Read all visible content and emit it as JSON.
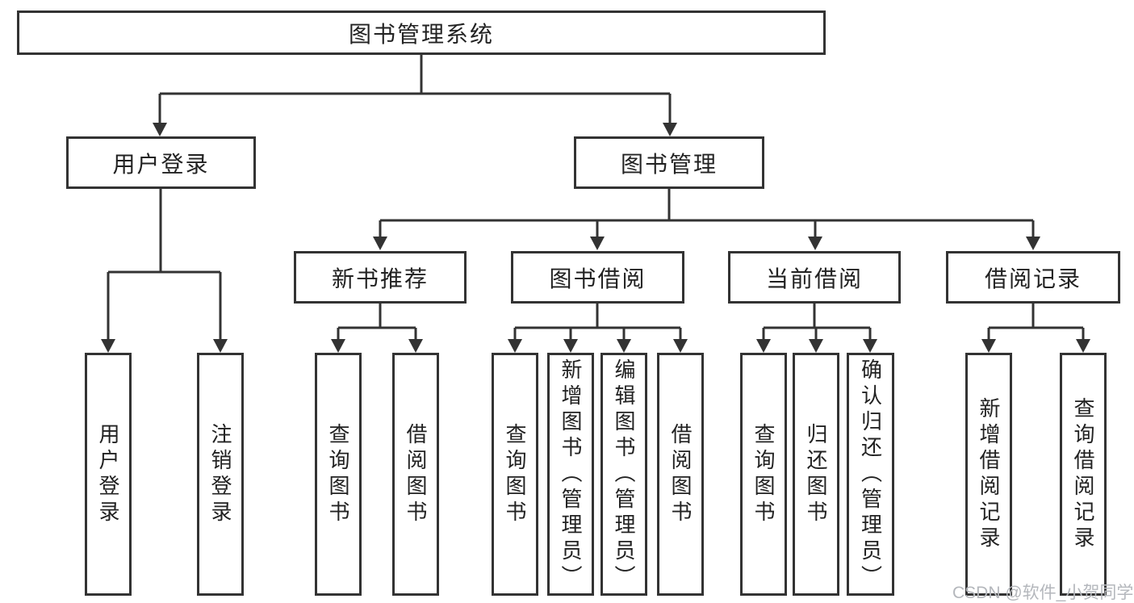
{
  "diagram": {
    "root": {
      "label": "图书管理系统",
      "children": [
        {
          "label": "用户登录",
          "children": [
            {
              "label": "用户登录"
            },
            {
              "label": "注销登录"
            }
          ]
        },
        {
          "label": "图书管理",
          "children": [
            {
              "label": "新书推荐",
              "children": [
                {
                  "label": "查询图书"
                },
                {
                  "label": "借阅图书"
                }
              ]
            },
            {
              "label": "图书借阅",
              "children": [
                {
                  "label": "查询图书"
                },
                {
                  "label": "新增图书（管理员）"
                },
                {
                  "label": "编辑图书（管理员）"
                },
                {
                  "label": "借阅图书"
                }
              ]
            },
            {
              "label": "当前借阅",
              "children": [
                {
                  "label": "查询图书"
                },
                {
                  "label": "归还图书"
                },
                {
                  "label": "确认归还（管理员）"
                }
              ]
            },
            {
              "label": "借阅记录",
              "children": [
                {
                  "label": "新增借阅记录"
                },
                {
                  "label": "查询借阅记录"
                }
              ]
            }
          ]
        }
      ]
    },
    "watermark": "CSDN @软件_小贺同学",
    "colors": {
      "line": "#333333",
      "text": "#222222",
      "background": "#ffffff",
      "watermark": "#b4b7bc"
    }
  }
}
